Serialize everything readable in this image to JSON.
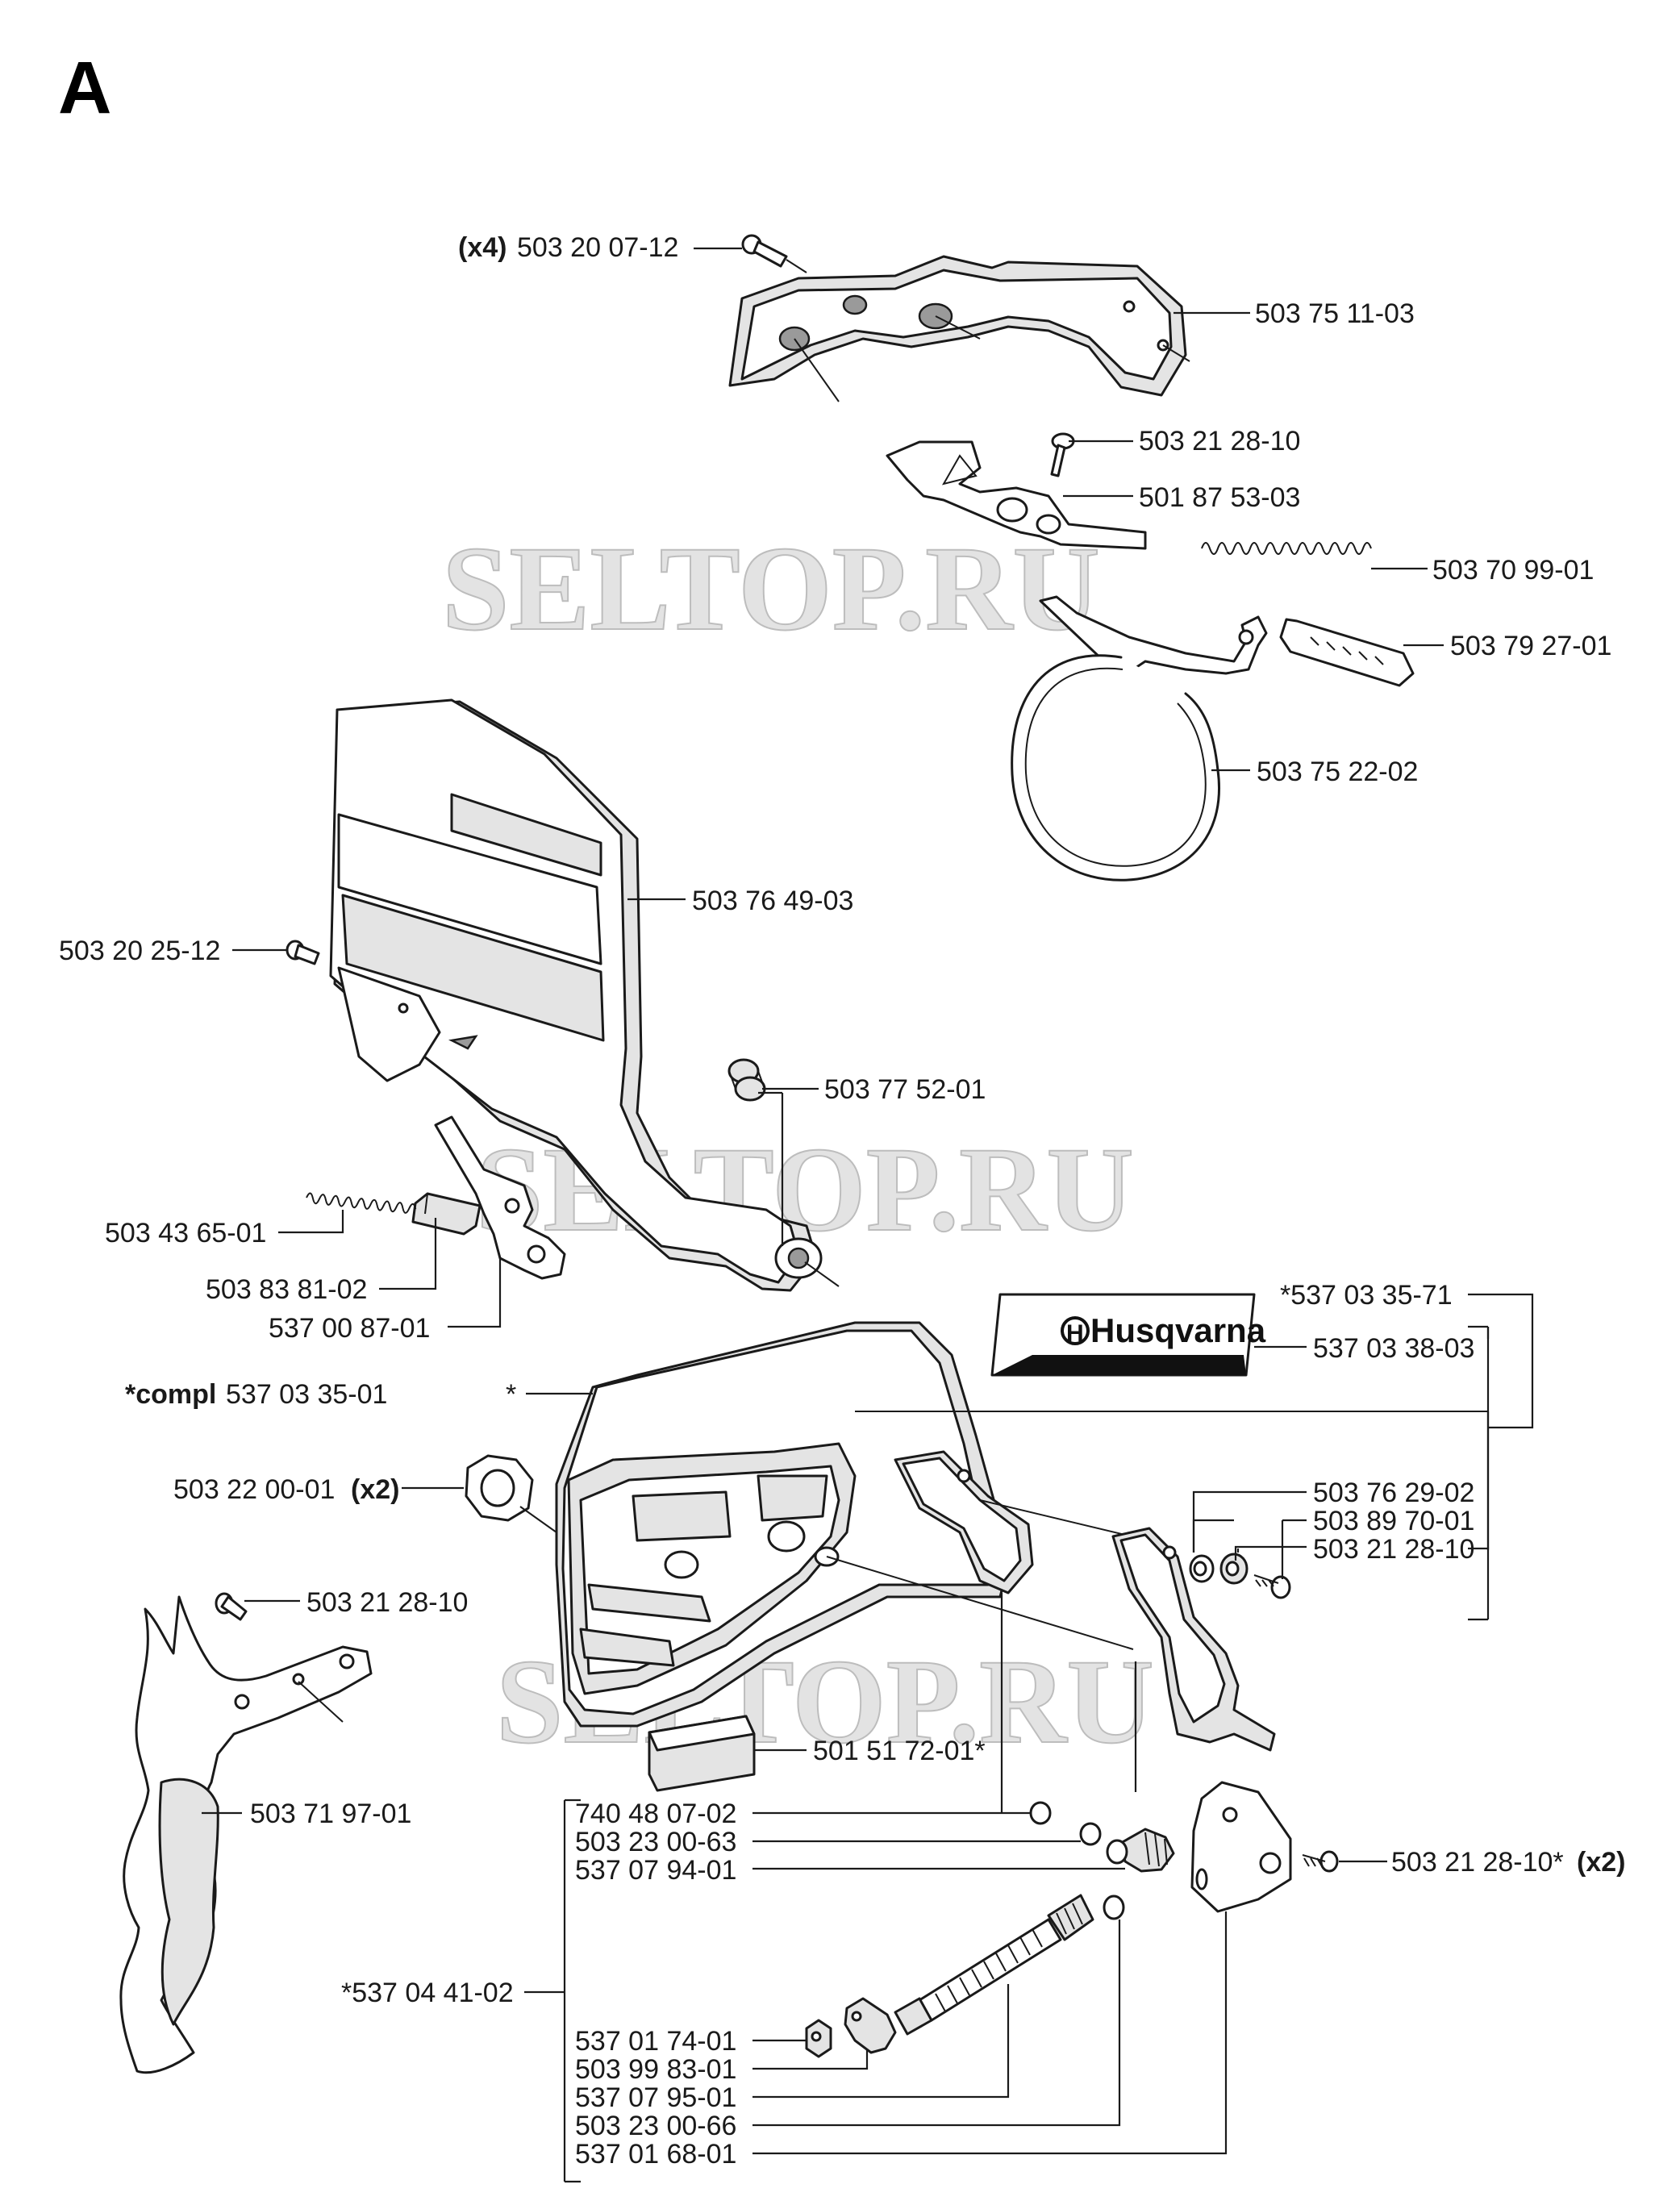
{
  "section_letter": "A",
  "watermark": "SELTOP.RU",
  "brand_logo": "Husqvarna",
  "labels": {
    "screw_x4": {
      "prefix": "(x4)",
      "number": "503 20 07-12"
    },
    "cover": "503 75 11-03",
    "screw_top": "503 21 28-10",
    "brake_lever": "501 87 53-03",
    "spring_top": "503 70 99-01",
    "spring_cover": "503 79 27-01",
    "brake_band": "503 75 22-02",
    "front_guard": "503 76 49-03",
    "screw_guard": "503 20 25-12",
    "bushing": "503 77 52-01",
    "spring_small": "503 43 65-01",
    "block": "503 83 81-02",
    "latch": "537 00 87-01",
    "asterisk_compl": "*537 03 35-71",
    "decal": "537 03 38-03",
    "compl": {
      "prefix": "*compl",
      "number": "537 03 35-01"
    },
    "star": "*",
    "nut": {
      "number": "503 22 00-01",
      "suffix": "(x2)"
    },
    "washer_right": "503 76 29-02",
    "washer_right2": "503 89 70-01",
    "screw_right": "503 21 28-10",
    "screw_handle": "503 21 28-10",
    "handle": "503 71 97-01",
    "pad": "501 51 72-01*",
    "oring": "740 48 07-02",
    "washer_a": "503 23 00-63",
    "gear": "537 07 94-01",
    "bracket_screw": {
      "number": "503 21 28-10*",
      "suffix": "(x2)"
    },
    "oil_pump_kit": "*537 04 41-02",
    "nut_small": "537 01 74-01",
    "nozzle": "503 99 83-01",
    "worm": "537 07 95-01",
    "washer_b": "503 23 00-66",
    "bracket": "537 01 68-01"
  }
}
